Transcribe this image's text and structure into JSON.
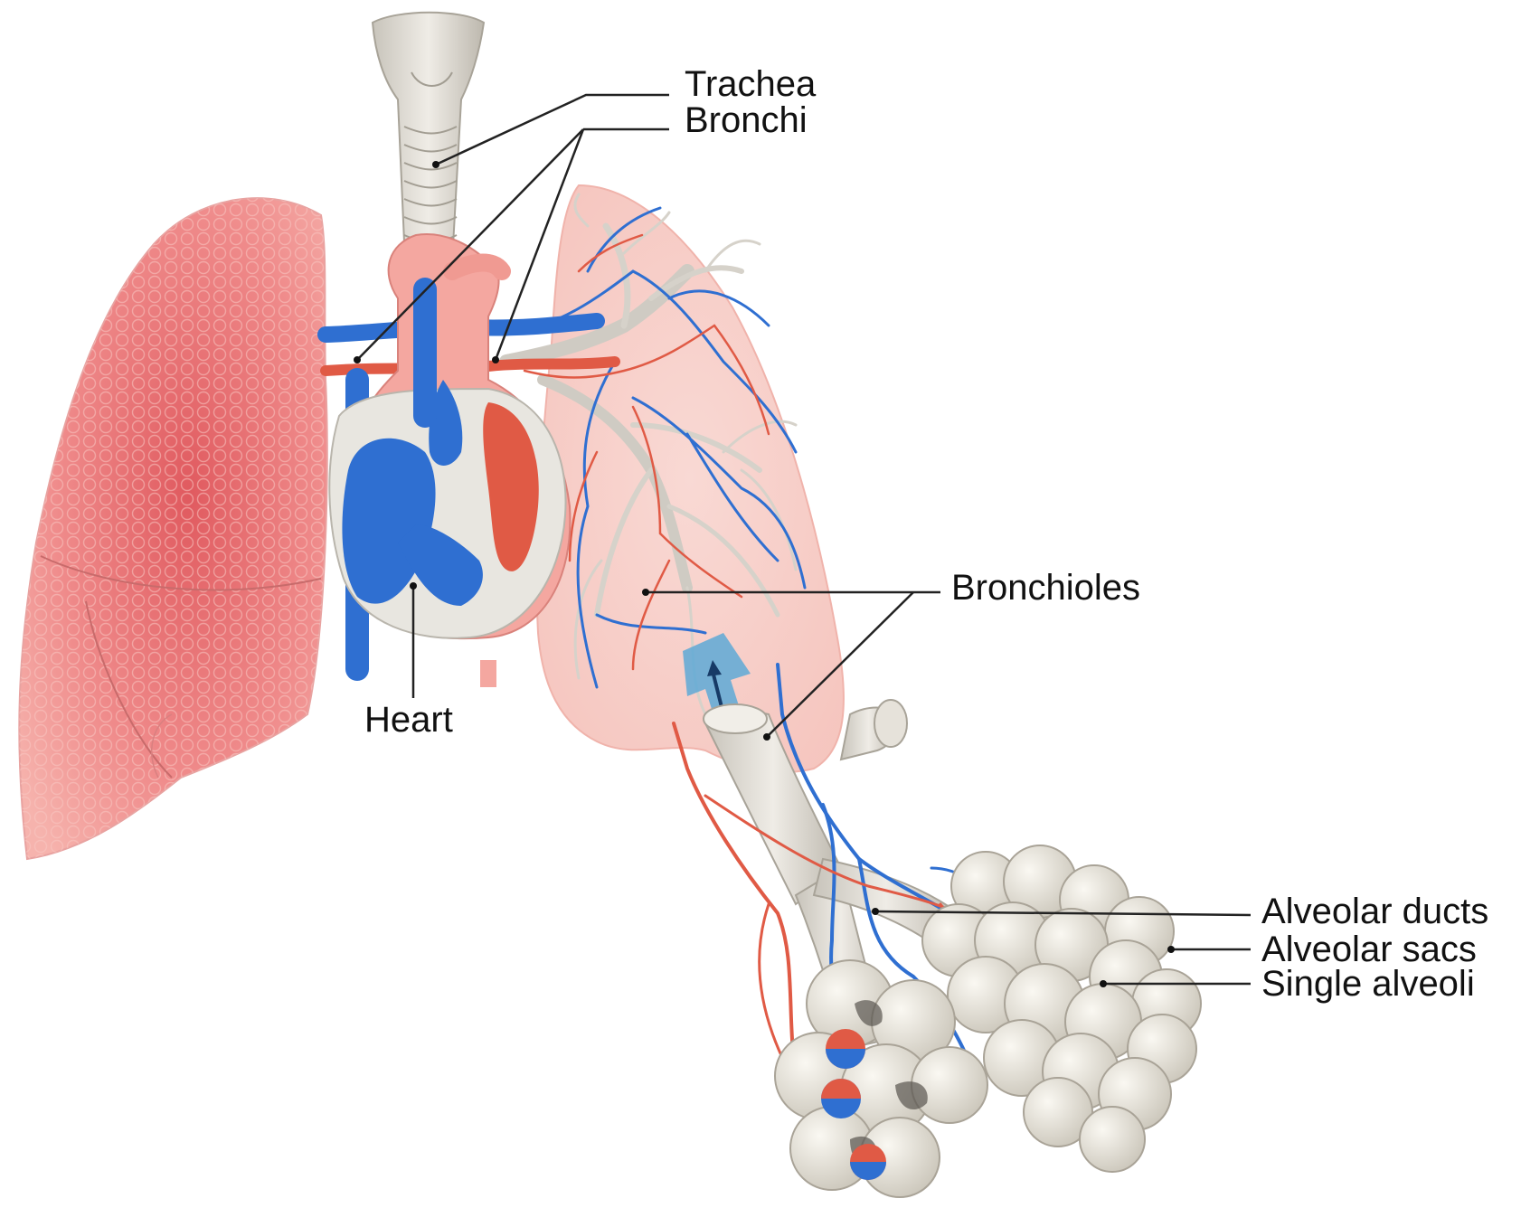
{
  "labels": {
    "trachea": "Trachea",
    "bronchi": "Bronchi",
    "bronchioles": "Bronchioles",
    "heart": "Heart",
    "alveolar_ducts": "Alveolar ducts",
    "alveolar_sacs": "Alveolar sacs",
    "single_alveoli": "Single alveoli"
  },
  "colors": {
    "lung_pink": "#ef8a8a",
    "lung_right_pink": "#f8d3cf",
    "vein_blue": "#2f6fd1",
    "artery_red": "#e05a45",
    "airway_gray": "#d9d6cf",
    "leader_line": "#222222"
  }
}
